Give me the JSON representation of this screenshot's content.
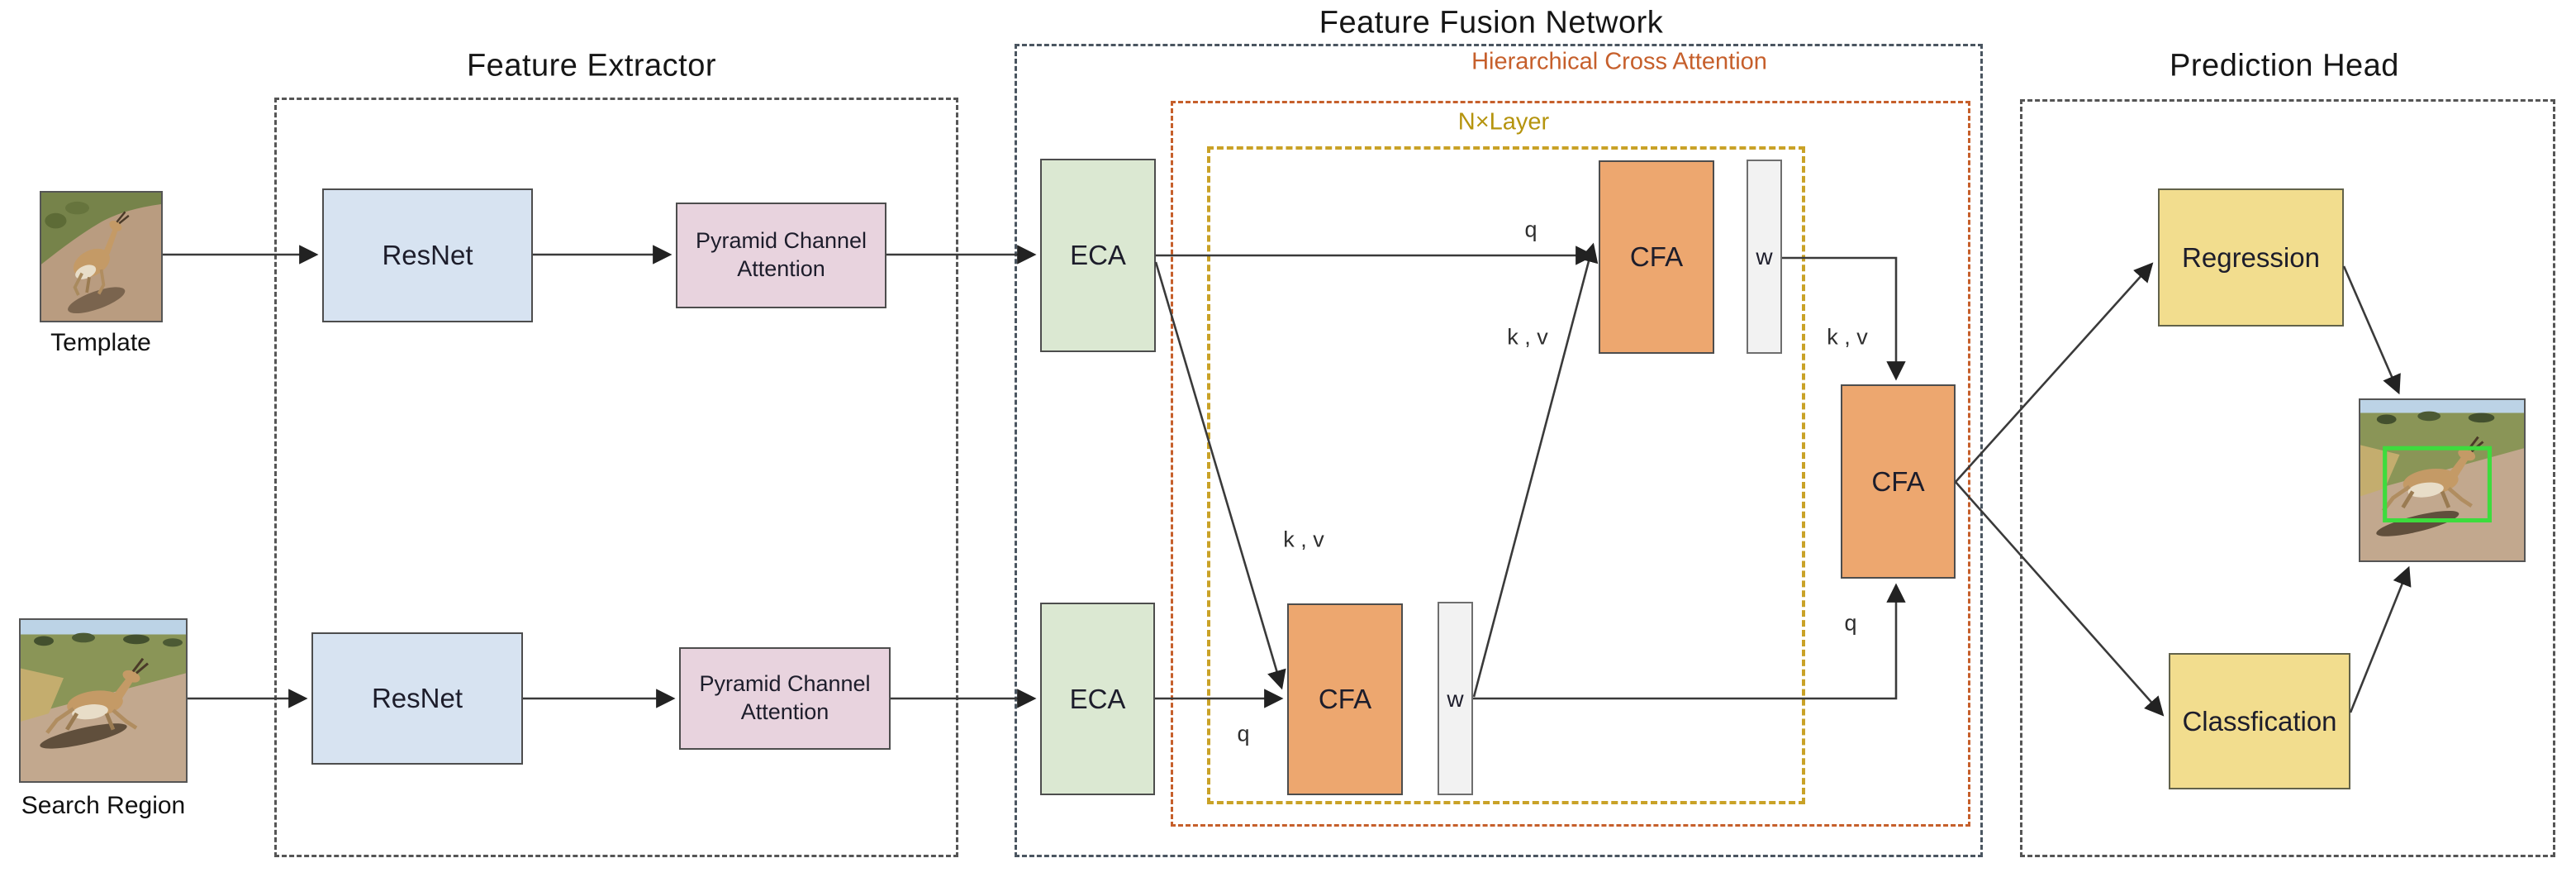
{
  "sections": {
    "feature_extractor": {
      "title": "Feature Extractor"
    },
    "feature_fusion_network": {
      "title": "Feature Fusion Network"
    },
    "hierarchical_cross_attention": {
      "title": "Hierarchical Cross Attention"
    },
    "n_layer": {
      "title": "N×Layer"
    },
    "prediction_head": {
      "title": "Prediction Head"
    }
  },
  "inputs": {
    "template": {
      "label": "Template"
    },
    "search_region": {
      "label": "Search Region"
    }
  },
  "blocks": {
    "resnet_template": {
      "label": "ResNet"
    },
    "resnet_search": {
      "label": "ResNet"
    },
    "pca_template": {
      "label": "Pyramid Channel Attention"
    },
    "pca_search": {
      "label": "Pyramid Channel Attention"
    },
    "eca_template": {
      "label": "ECA"
    },
    "eca_search": {
      "label": "ECA"
    },
    "cfa_template": {
      "label": "CFA"
    },
    "cfa_search": {
      "label": "CFA"
    },
    "cfa_final": {
      "label": "CFA"
    },
    "w_template": {
      "label": "w"
    },
    "w_search": {
      "label": "w"
    },
    "regression": {
      "label": "Regression"
    },
    "classification": {
      "label": "Classfication"
    }
  },
  "edge_labels": {
    "q_template": "q",
    "q_search": "q",
    "q_final": "q",
    "kv_to_cfa_template": "k , v",
    "kv_to_cfa_search": "k , v",
    "kv_to_cfa_final": "k , v"
  },
  "colors": {
    "resnet-fill": "#d7e3f1",
    "pca-fill": "#e8d3de",
    "eca-fill": "#dbe8d2",
    "cfa-fill": "#eda76f",
    "w-fill": "#f2f2f2",
    "head-fill": "#f2dd8e",
    "hca-accent": "#c65f2b",
    "nx-dash": "#c9a227",
    "nx-accent": "#b5940e",
    "gray-dash": "#555555",
    "ffn-dash": "#4a5560",
    "bbox-green": "#3ddc3d"
  }
}
